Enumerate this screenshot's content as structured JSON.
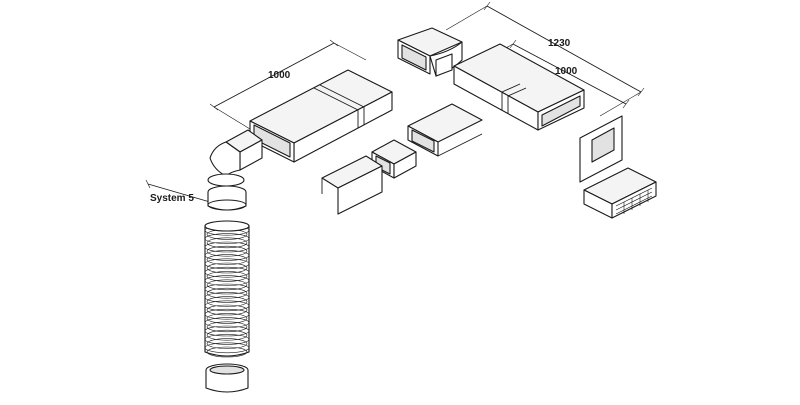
{
  "labels": {
    "system": "System 5",
    "dim_left": "1000",
    "dim_top": "1230",
    "dim_right": "1000"
  }
}
